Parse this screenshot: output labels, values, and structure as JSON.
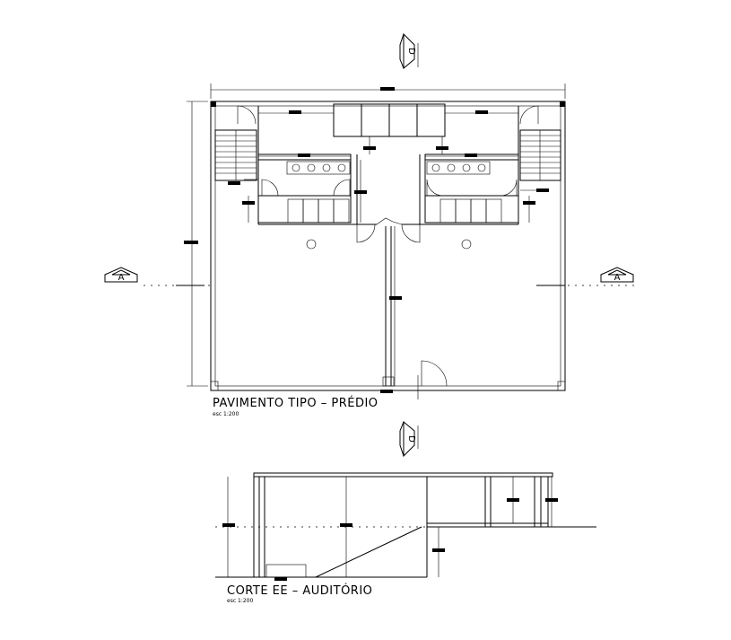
{
  "plan": {
    "title": "PAVIMENTO TIPO – PRÉDIO",
    "scale": "esc 1:200"
  },
  "section": {
    "title": "CORTE EE – AUDITÓRIO",
    "scale": "esc 1:200"
  },
  "markers": {
    "section_a_left": "A",
    "section_a_right": "A",
    "section_d_top": "D",
    "section_d_bottom": "D"
  }
}
